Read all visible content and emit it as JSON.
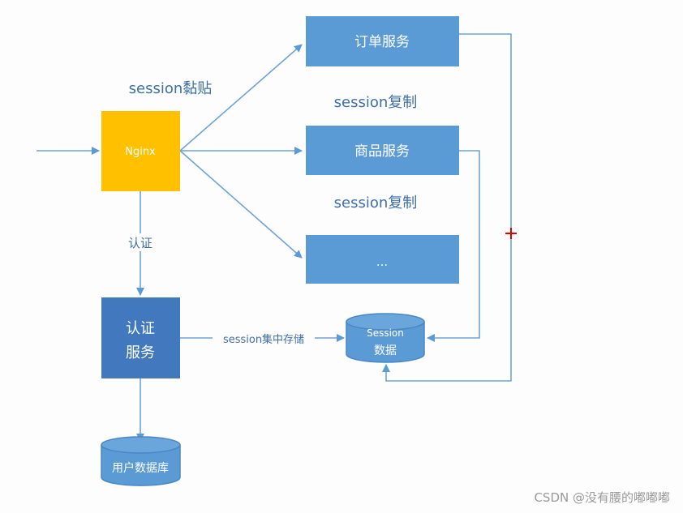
{
  "diagram": {
    "nodes": {
      "nginx": "Nginx",
      "order_service": "订单服务",
      "product_service": "商品服务",
      "more_services": "...",
      "auth_service_line1": "认证",
      "auth_service_line2": "服务",
      "session_store_line1": "Session",
      "session_store_line2": "数据",
      "user_db": "用户数据库"
    },
    "edge_labels": {
      "sticky": "session黏贴",
      "replication_1": "session复制",
      "replication_2": "session复制",
      "auth": "认证",
      "central_storage": "session集中存储"
    },
    "colors": {
      "nginx": "#FFC000",
      "service": "#5B9BD5",
      "auth_service": "#4178BE",
      "line": "#6FA3D8",
      "label": "#3F6FA8",
      "cursor": "#E00000"
    }
  },
  "watermark": "CSDN @没有腰的嘟嘟嘟"
}
